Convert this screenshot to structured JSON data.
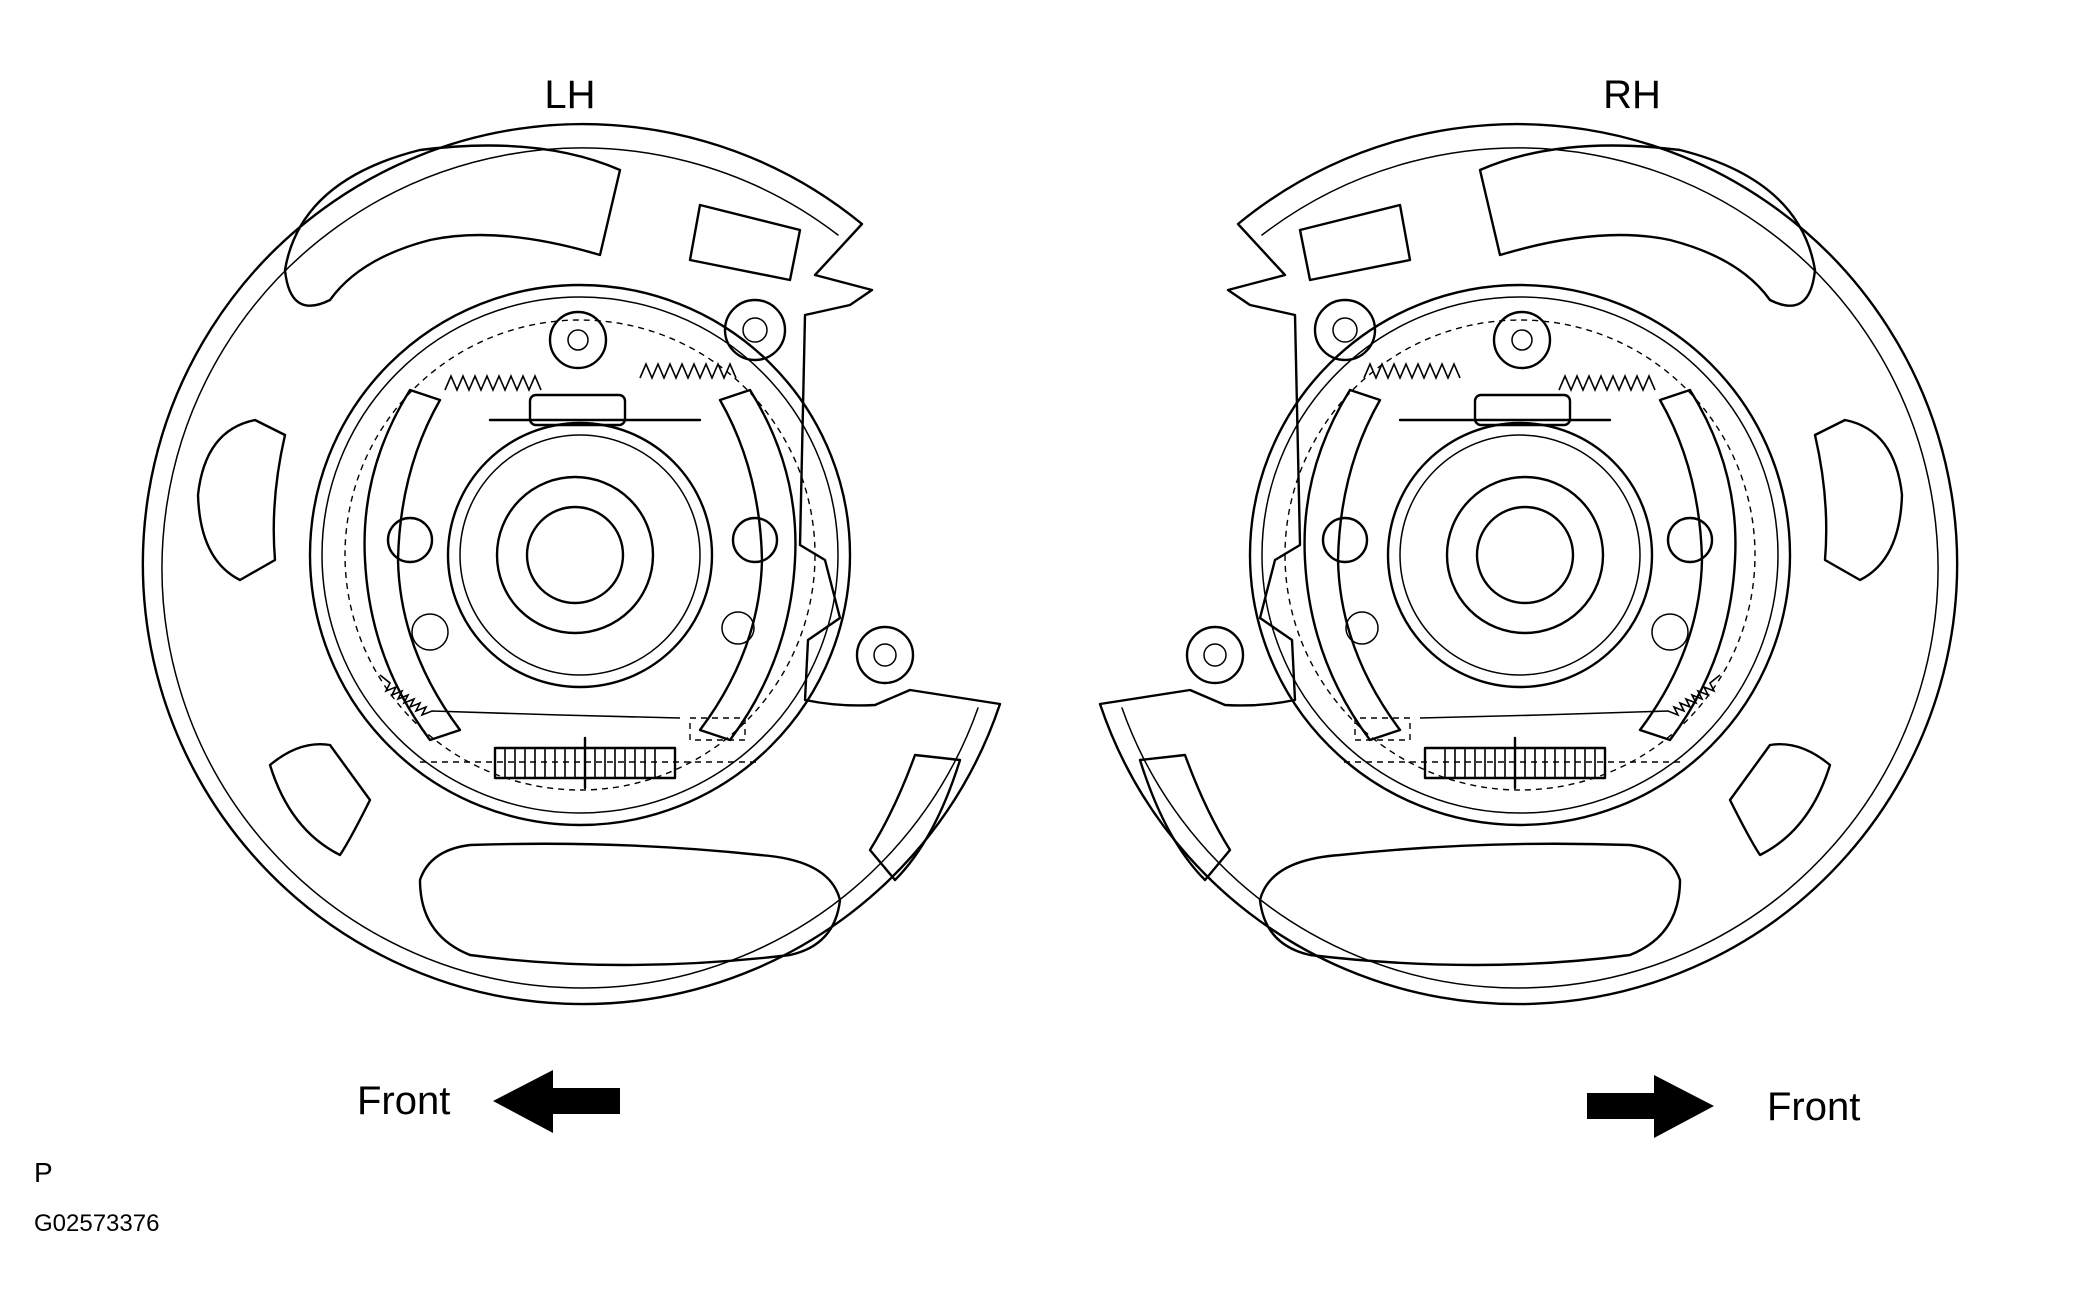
{
  "figure": {
    "left_side_label": "LH",
    "right_side_label": "RH",
    "left_direction_label": "Front",
    "right_direction_label": "Front",
    "code_letter": "P",
    "reference_number": "G02573376"
  },
  "icons": {
    "left_arrow": "arrow-left-icon",
    "right_arrow": "arrow-right-icon"
  },
  "colors": {
    "line": "#000000",
    "background": "#ffffff"
  }
}
